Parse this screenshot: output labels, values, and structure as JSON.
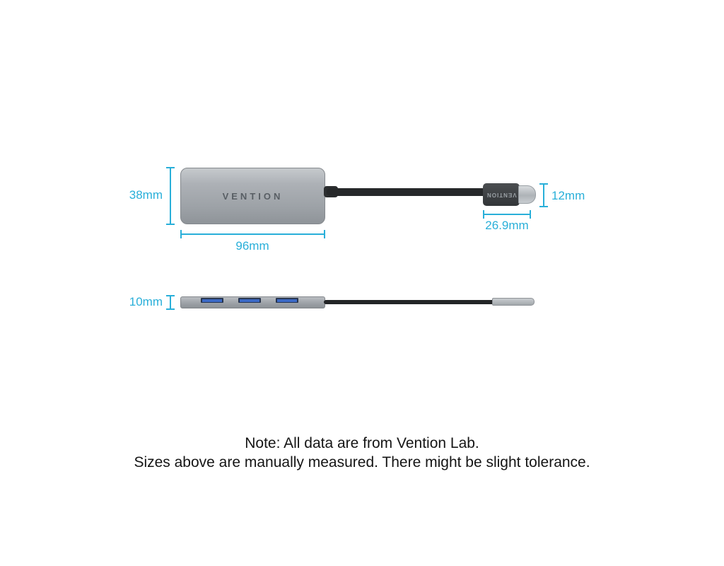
{
  "product": {
    "brand": "VENTION",
    "connector_brand": "VENTION"
  },
  "dimensions": {
    "height": "38mm",
    "width": "96mm",
    "connector_height": "12mm",
    "connector_length": "26.9mm",
    "thickness": "10mm"
  },
  "note": {
    "line1": "Note: All data are from Vention Lab.",
    "line2": "Sizes above are manually measured. There might be slight tolerance."
  },
  "colors": {
    "dimension": "#29afd9",
    "hub_body": "#a9adb2",
    "cable": "#232527",
    "usb_port_blue": "#3c6ac6",
    "note_text": "#151515"
  }
}
